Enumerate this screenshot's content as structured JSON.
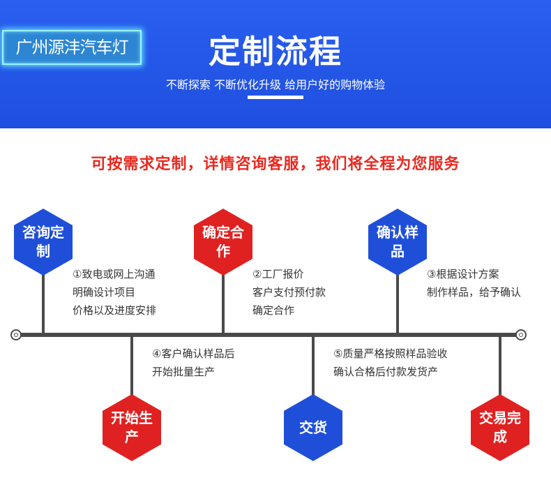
{
  "header": {
    "brand": "广州源沣汽车灯",
    "title": "定制流程",
    "subtitle": "不断探索 不断优化升级 给用户好的购物体验"
  },
  "tagline": "可按需求定制，详情咨询客服，我们将全程为您服务",
  "steps": [
    {
      "label": "咨询定制",
      "desc_lines": [
        "①致电或网上沟通",
        "明确设计项目",
        "价格以及进度安排"
      ]
    },
    {
      "label": "确定合作",
      "desc_lines": [
        "②工厂报价",
        "客户支付预付款",
        "确定合作"
      ]
    },
    {
      "label": "确认样品",
      "desc_lines": [
        "③根据设计方案",
        "制作样品，给予确认"
      ]
    },
    {
      "label": "开始生产",
      "desc_lines": [
        "④客户确认样品后",
        "开始批量生产"
      ]
    },
    {
      "label": "交货",
      "desc_lines": []
    },
    {
      "label": "交易完成",
      "desc_lines": [
        "⑤质量严格按照样品验收",
        "确认合格后付款发货产"
      ]
    }
  ],
  "colors": {
    "banner_blue": "#2a5fef",
    "hex_blue": "#1f4fd9",
    "hex_red": "#e02121",
    "tagline_red": "#e8281f",
    "timeline_gray": "#4a4a4a"
  }
}
